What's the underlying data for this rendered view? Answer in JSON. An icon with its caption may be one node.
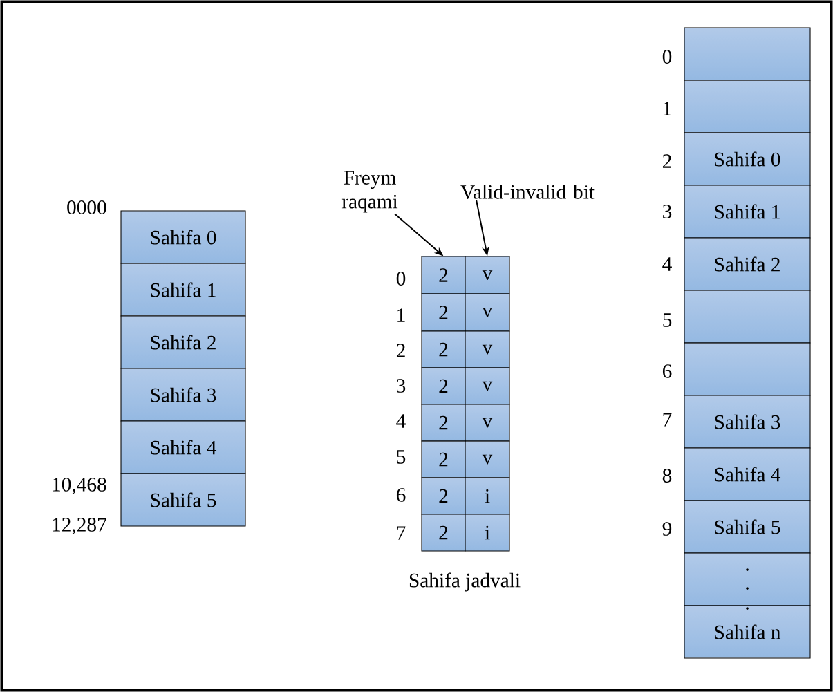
{
  "diagram": {
    "nodes": [
      {
        "text": [
          "Sahifa 0"
        ]
      },
      {
        "text": [
          "Sahifa 1"
        ]
      },
      {
        "text": [
          "Sahifa 2"
        ]
      },
      {
        "text": [
          "Sahifa 3"
        ]
      },
      {
        "text": [
          "Sahifa 4"
        ]
      },
      {
        "text": [
          "Sahifa 5"
        ]
      },
      {
        "text": [
          "Freym raqami"
        ]
      },
      {
        "text": [
          "Valid-invalid bit"
        ]
      },
      {
        "text": [
          "2"
        ]
      },
      {
        "text": [
          "v"
        ]
      },
      {
        "text": [
          "2"
        ]
      },
      {
        "text": [
          "v"
        ]
      },
      {
        "text": [
          "2"
        ]
      },
      {
        "text": [
          "v"
        ]
      },
      {
        "text": [
          "2"
        ]
      },
      {
        "text": [
          "v"
        ]
      },
      {
        "text": [
          "2"
        ]
      },
      {
        "text": [
          "v"
        ]
      },
      {
        "text": [
          "2"
        ]
      },
      {
        "text": [
          "v"
        ]
      },
      {
        "text": [
          "2"
        ]
      },
      {
        "text": [
          "i"
        ]
      },
      {
        "text": [
          "2"
        ]
      },
      {
        "text": [
          "i"
        ]
      },
      {
        "text": [],
        "shape": "box"
      },
      {
        "text": [],
        "shape": "box"
      },
      {
        "text": [
          "Sahifa 0"
        ]
      },
      {
        "text": [
          "Sahifa 1"
        ]
      },
      {
        "text": [
          "Sahifa 2"
        ]
      },
      {
        "text": [],
        "shape": "box"
      },
      {
        "text": [],
        "shape": "box"
      },
      {
        "text": [
          "Sahifa 3"
        ]
      },
      {
        "text": [
          "Sahifa 4"
        ]
      },
      {
        "text": [
          "Sahifa 5"
        ]
      },
      {
        "text": [],
        "shape": "box"
      },
      {
        "text": [
          "Sahifa n"
        ]
      }
    ],
    "edges": [
      {
        "from": 6,
        "to": 8,
        "arrow": "to"
      },
      {
        "from": 7,
        "to": 9,
        "arrow": "to"
      }
    ],
    "labels": [
      "0000",
      "10,468",
      "12,287",
      "0",
      "1",
      "2",
      "3",
      "4",
      "5",
      "6",
      "7",
      "Sahifa jadvali",
      "0",
      "1",
      "2",
      "3",
      "4",
      "5",
      "6",
      "7",
      "8",
      "9"
    ]
  }
}
